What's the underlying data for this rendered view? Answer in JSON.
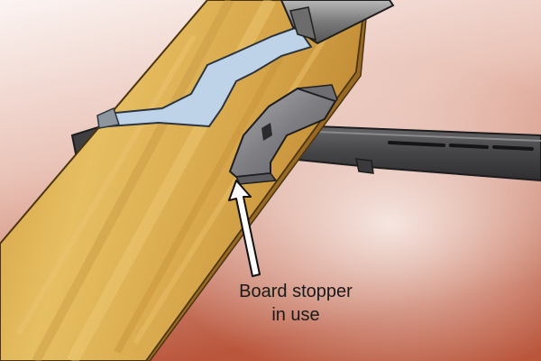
{
  "label": {
    "line1": "Board stopper",
    "line2": "in use"
  },
  "colors": {
    "background_light": "#f6ece8",
    "background_dark": "#b8553a",
    "wood_light": "#e2b85a",
    "wood_dark": "#b07c28",
    "bar_metal": "#4a4a4c",
    "stopper_metal": "#8a8a8e",
    "chisel_blade": "#b8cfe4",
    "handle": "#8c8c8c"
  },
  "icons": {
    "arrow": "up-arrow-outline"
  }
}
